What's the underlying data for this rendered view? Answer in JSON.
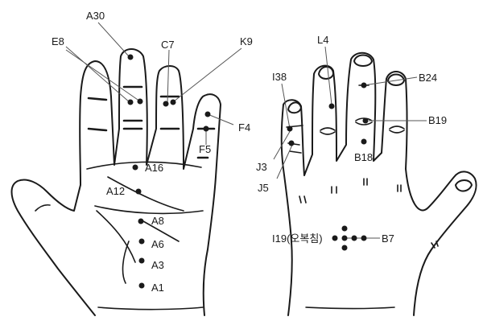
{
  "left_hand_labels": {
    "a30": "A30",
    "e8": "E8",
    "c7": "C7",
    "k9": "K9",
    "f4": "F4",
    "f5": "F5",
    "a16": "A16",
    "a12": "A12",
    "a8": "A8",
    "a6": "A6",
    "a3": "A3",
    "a1": "A1"
  },
  "right_hand_labels": {
    "l4": "L4",
    "i38": "I38",
    "b24": "B24",
    "b19": "B19",
    "b18": "B18",
    "j3": "J3",
    "j5": "J5",
    "i19": "I19(오복침)",
    "b7": "B7"
  }
}
